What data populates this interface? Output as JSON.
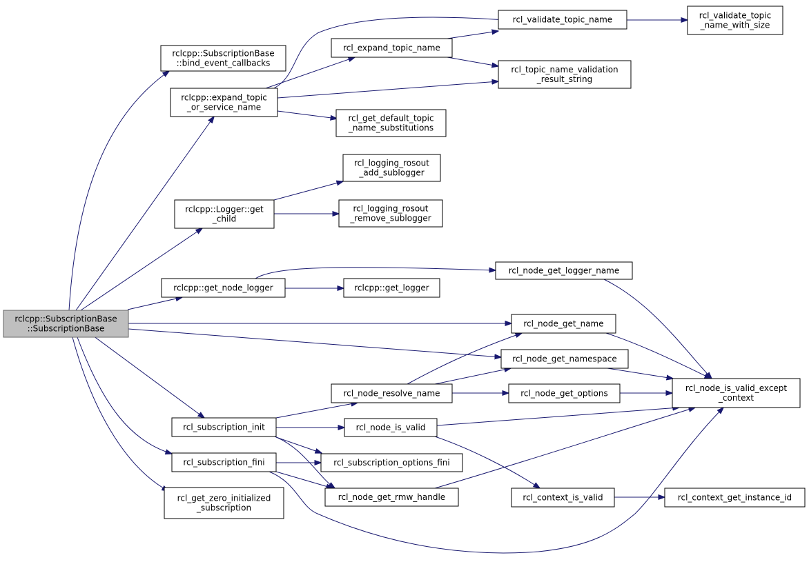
{
  "graph": {
    "root_node": "root",
    "nodes": [
      {
        "id": "root",
        "lines": [
          "rclcpp::SubscriptionBase",
          "::SubscriptionBase"
        ],
        "root": true
      },
      {
        "id": "bind",
        "lines": [
          "rclcpp::SubscriptionBase",
          "::bind_event_callbacks"
        ]
      },
      {
        "id": "expand_svc",
        "lines": [
          "rclcpp::expand_topic",
          "_or_service_name"
        ]
      },
      {
        "id": "logger_child",
        "lines": [
          "rclcpp::Logger::get",
          "_child"
        ]
      },
      {
        "id": "get_node_logger",
        "lines": [
          "rclcpp::get_node_logger"
        ]
      },
      {
        "id": "sub_init",
        "lines": [
          "rcl_subscription_init"
        ]
      },
      {
        "id": "sub_fini",
        "lines": [
          "rcl_subscription_fini"
        ]
      },
      {
        "id": "zero_init",
        "lines": [
          "rcl_get_zero_initialized",
          "_subscription"
        ]
      },
      {
        "id": "expand_topic",
        "lines": [
          "rcl_expand_topic_name"
        ]
      },
      {
        "id": "default_subs",
        "lines": [
          "rcl_get_default_topic",
          "_name_substitutions"
        ]
      },
      {
        "id": "add_sublogger",
        "lines": [
          "rcl_logging_rosout",
          "_add_sublogger"
        ]
      },
      {
        "id": "remove_sublogger",
        "lines": [
          "rcl_logging_rosout",
          "_remove_sublogger"
        ]
      },
      {
        "id": "get_logger",
        "lines": [
          "rclcpp::get_logger"
        ]
      },
      {
        "id": "resolve_name",
        "lines": [
          "rcl_node_resolve_name"
        ]
      },
      {
        "id": "node_is_valid",
        "lines": [
          "rcl_node_is_valid"
        ]
      },
      {
        "id": "opts_fini",
        "lines": [
          "rcl_subscription_options_fini"
        ]
      },
      {
        "id": "rmw_handle",
        "lines": [
          "rcl_node_get_rmw_handle"
        ]
      },
      {
        "id": "validate_topic",
        "lines": [
          "rcl_validate_topic_name"
        ]
      },
      {
        "id": "validation_result",
        "lines": [
          "rcl_topic_name_validation",
          "_result_string"
        ]
      },
      {
        "id": "logger_name",
        "lines": [
          "rcl_node_get_logger_name"
        ]
      },
      {
        "id": "node_name",
        "lines": [
          "rcl_node_get_name"
        ]
      },
      {
        "id": "node_namespace",
        "lines": [
          "rcl_node_get_namespace"
        ]
      },
      {
        "id": "node_options",
        "lines": [
          "rcl_node_get_options"
        ]
      },
      {
        "id": "context_valid",
        "lines": [
          "rcl_context_is_valid"
        ]
      },
      {
        "id": "validate_with_size",
        "lines": [
          "rcl_validate_topic",
          "_name_with_size"
        ]
      },
      {
        "id": "valid_except_ctx",
        "lines": [
          "rcl_node_is_valid_except",
          "_context"
        ]
      },
      {
        "id": "instance_id",
        "lines": [
          "rcl_context_get_instance_id"
        ]
      }
    ],
    "edges": [
      {
        "from": "root",
        "to": "bind"
      },
      {
        "from": "root",
        "to": "expand_svc"
      },
      {
        "from": "root",
        "to": "logger_child"
      },
      {
        "from": "root",
        "to": "get_node_logger"
      },
      {
        "from": "root",
        "to": "node_name"
      },
      {
        "from": "root",
        "to": "node_namespace"
      },
      {
        "from": "root",
        "to": "sub_init"
      },
      {
        "from": "root",
        "to": "sub_fini"
      },
      {
        "from": "root",
        "to": "zero_init"
      },
      {
        "from": "expand_svc",
        "to": "expand_topic"
      },
      {
        "from": "expand_svc",
        "to": "validate_topic"
      },
      {
        "from": "expand_svc",
        "to": "validation_result"
      },
      {
        "from": "expand_svc",
        "to": "default_subs"
      },
      {
        "from": "expand_topic",
        "to": "validate_topic"
      },
      {
        "from": "expand_topic",
        "to": "validation_result"
      },
      {
        "from": "validate_topic",
        "to": "validate_with_size"
      },
      {
        "from": "logger_child",
        "to": "add_sublogger"
      },
      {
        "from": "logger_child",
        "to": "remove_sublogger"
      },
      {
        "from": "get_node_logger",
        "to": "logger_name"
      },
      {
        "from": "get_node_logger",
        "to": "get_logger"
      },
      {
        "from": "logger_name",
        "to": "valid_except_ctx"
      },
      {
        "from": "node_name",
        "to": "valid_except_ctx"
      },
      {
        "from": "node_namespace",
        "to": "valid_except_ctx"
      },
      {
        "from": "sub_init",
        "to": "resolve_name"
      },
      {
        "from": "sub_init",
        "to": "node_is_valid"
      },
      {
        "from": "sub_init",
        "to": "opts_fini"
      },
      {
        "from": "sub_init",
        "to": "rmw_handle"
      },
      {
        "from": "resolve_name",
        "to": "node_name"
      },
      {
        "from": "resolve_name",
        "to": "node_namespace"
      },
      {
        "from": "resolve_name",
        "to": "node_options"
      },
      {
        "from": "node_options",
        "to": "valid_except_ctx"
      },
      {
        "from": "node_is_valid",
        "to": "valid_except_ctx"
      },
      {
        "from": "node_is_valid",
        "to": "context_valid"
      },
      {
        "from": "context_valid",
        "to": "instance_id"
      },
      {
        "from": "sub_fini",
        "to": "opts_fini"
      },
      {
        "from": "sub_fini",
        "to": "rmw_handle"
      },
      {
        "from": "sub_fini",
        "to": "valid_except_ctx"
      },
      {
        "from": "rmw_handle",
        "to": "valid_except_ctx"
      }
    ]
  }
}
